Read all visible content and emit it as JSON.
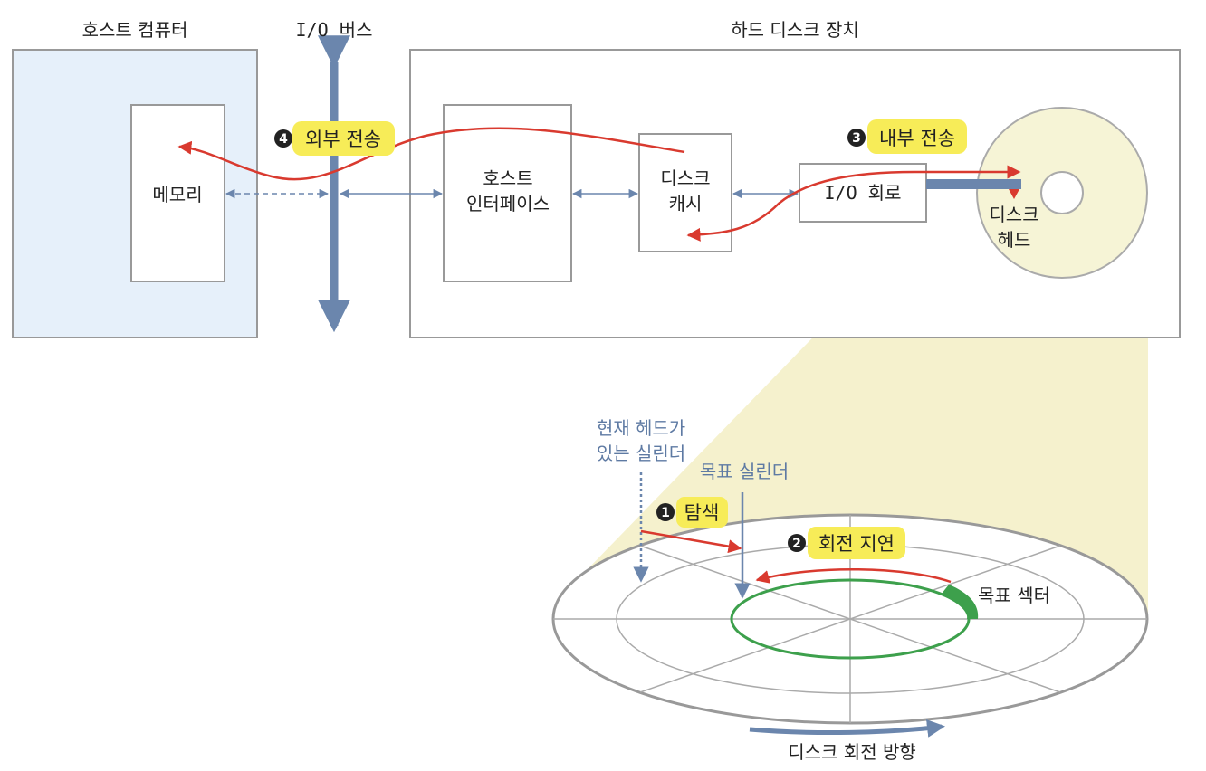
{
  "labels": {
    "host_computer": "호스트 컴퓨터",
    "io_bus": "I/O 버스",
    "hdd_device": "하드 디스크 장치",
    "memory": "메모리",
    "host_interface_line1": "호스트",
    "host_interface_line2": "인터페이스",
    "disk_cache_line1": "디스크",
    "disk_cache_line2": "캐시",
    "io_circuit": "I/O 회로",
    "disk_head_line1": "디스크",
    "disk_head_line2": "헤드",
    "current_cylinder_line1": "현재 헤드가",
    "current_cylinder_line2": "있는 실린더",
    "target_cylinder": "목표 실린더",
    "target_sector": "목표 섹터",
    "rotation_direction": "디스크 회전 방향"
  },
  "steps": [
    {
      "num": "1",
      "label": "탐색"
    },
    {
      "num": "2",
      "label": "회전 지연"
    },
    {
      "num": "3",
      "label": "내부 전송"
    },
    {
      "num": "4",
      "label": "외부 전송"
    }
  ],
  "colors": {
    "host_fill": "#e6f0fa",
    "box_stroke": "#999999",
    "bus_blue": "#6b86ad",
    "red_arrow": "#d93a2f",
    "green_track": "#3da04c",
    "step_highlight": "#f7ec58",
    "platter_fill": "#f6f4d6",
    "beam_fill": "#f3efc4"
  }
}
